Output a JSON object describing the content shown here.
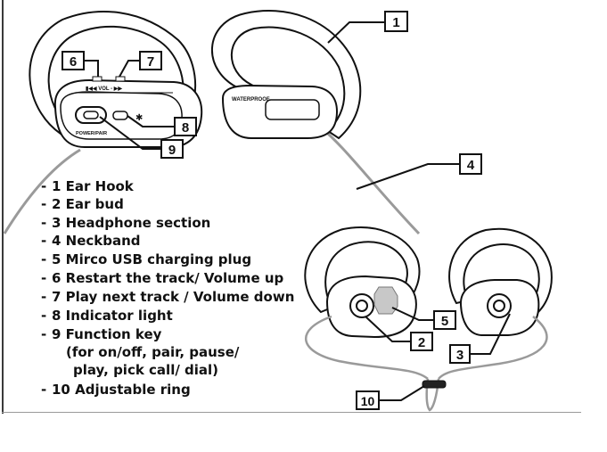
{
  "callouts": [
    {
      "id": "callout-1",
      "label": "1"
    },
    {
      "id": "callout-2",
      "label": "2"
    },
    {
      "id": "callout-3",
      "label": "3"
    },
    {
      "id": "callout-4",
      "label": "4"
    },
    {
      "id": "callout-5",
      "label": "5"
    },
    {
      "id": "callout-6",
      "label": "6"
    },
    {
      "id": "callout-7",
      "label": "7"
    },
    {
      "id": "callout-8",
      "label": "8"
    },
    {
      "id": "callout-9",
      "label": "9"
    },
    {
      "id": "callout-10",
      "label": "10"
    }
  ],
  "device_text": {
    "vol_label": "▮◀◀ VOL - ▶▶",
    "power_label": "POWER/PAIR",
    "waterproof_label": "WATERPROOF"
  },
  "legend": [
    "1 Ear Hook",
    "2 Ear bud",
    "3 Headphone section",
    "4 Neckband",
    "5 Mirco USB charging plug",
    "6 Restart the track/ Volume up",
    "7 Play next track / Volume down",
    "8 Indicator light",
    "9 Function key",
    "(for on/off, pair, pause/",
    "play, pick call/ dial)",
    "10 Adjustable ring"
  ],
  "bullet": "-",
  "colors": {
    "line": "#111111",
    "fill": "#ffffff",
    "cord": "#9a9a9a",
    "frame": "#3a3a3a"
  }
}
